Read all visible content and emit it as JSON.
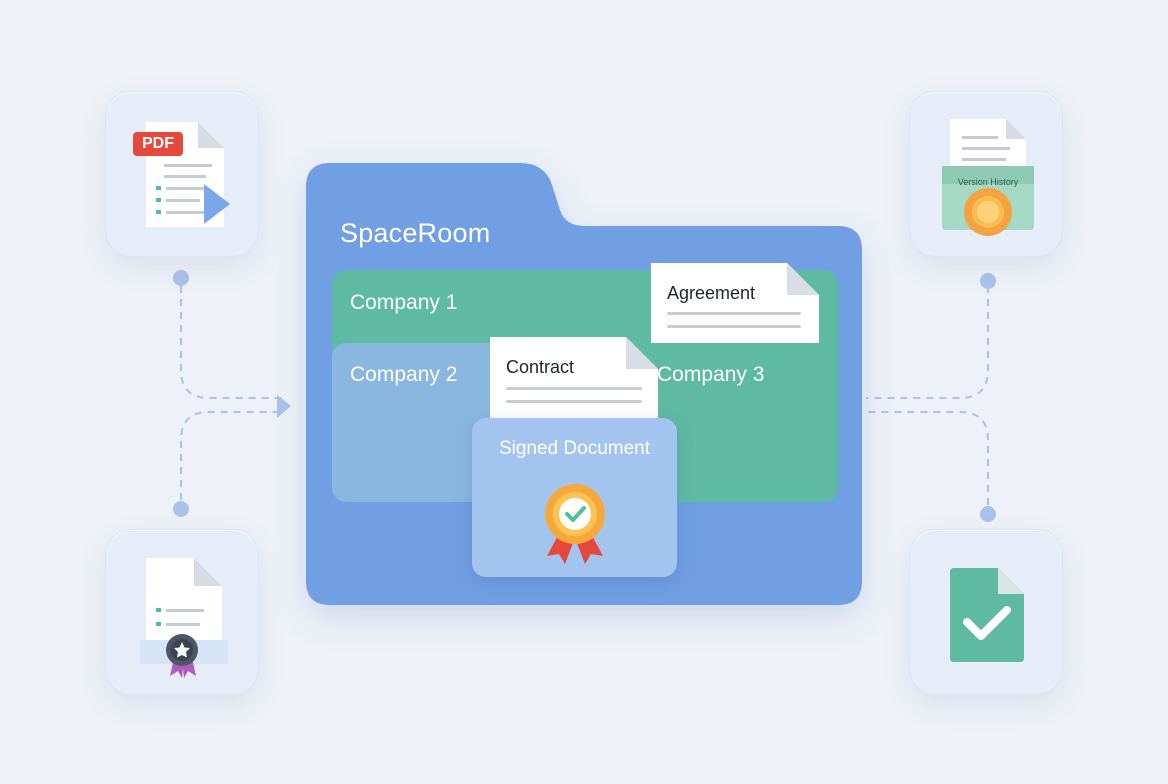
{
  "folder": {
    "title": "SpaceRoom",
    "color": "#6f9fe3"
  },
  "companies": [
    {
      "label": "Company 1",
      "color": "#5fbaa2"
    },
    {
      "label": "Company 2",
      "color": "#8ab7df"
    },
    {
      "label": "Company 3",
      "color": "#5fbaa2"
    }
  ],
  "documents": {
    "agreement": "Agreement",
    "contract": "Contract",
    "signed": "Signed Document"
  },
  "tiles": {
    "pdf": {
      "badge": "PDF",
      "icon": "pdf-document-icon"
    },
    "certificate": {
      "icon": "certified-document-icon"
    },
    "version": {
      "label": "Version History",
      "icon": "version-history-icon"
    },
    "approved": {
      "icon": "approved-document-icon"
    }
  },
  "colors": {
    "background": "#eef1f7",
    "connector": "#a9c2ec",
    "accent_green": "#5fbaa2",
    "badge_red": "#e5483d",
    "seal_orange": "#f6a93b"
  }
}
